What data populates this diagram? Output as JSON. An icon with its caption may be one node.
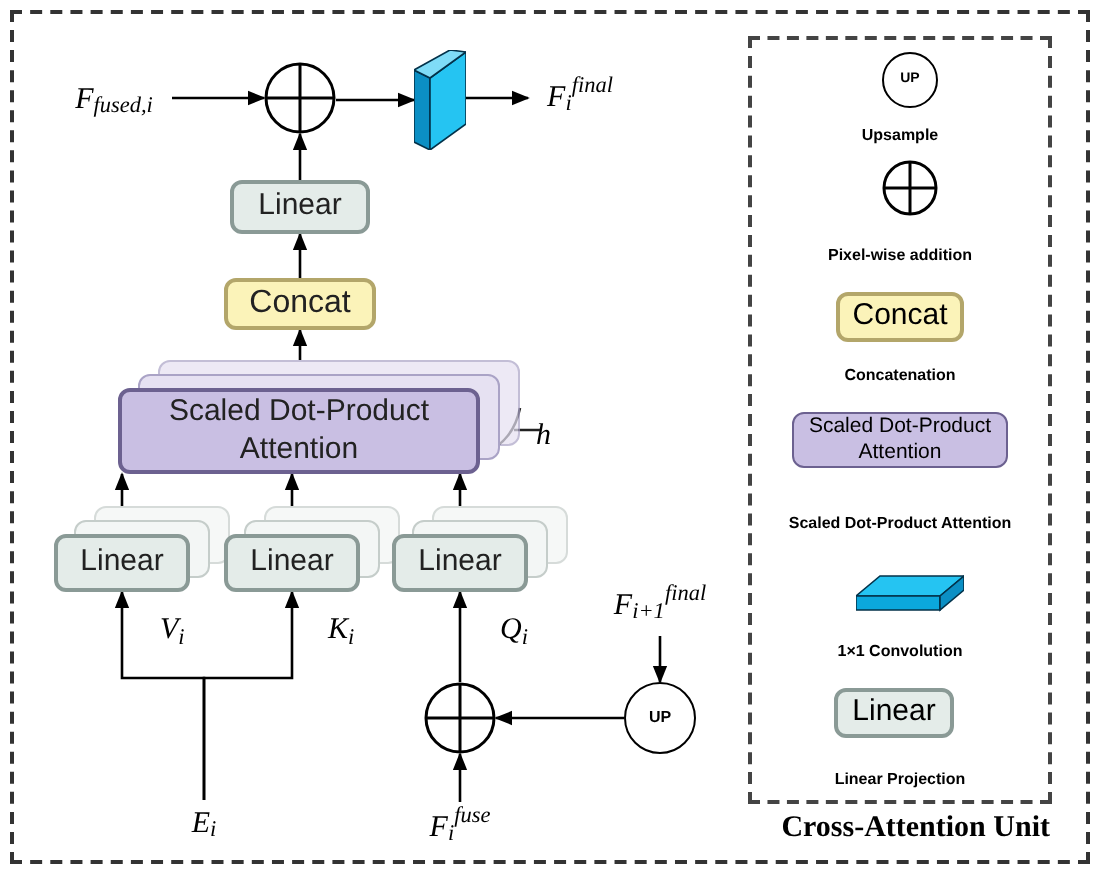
{
  "diagram": {
    "nodes": [
      {
        "text": [
          "Cross-Attention Unit"
        ]
      },
      {
        "text": [
          "F$_{fused,i}$"
        ],
        "in": 0
      },
      {
        "text": [],
        "shape": "circle",
        "in": 0
      },
      {
        "text": [],
        "shape": "box",
        "in": 0
      },
      {
        "text": [
          "F$_{i}$$^{final}$"
        ],
        "in": 0
      },
      {
        "text": [
          "Linear"
        ],
        "in": 0
      },
      {
        "text": [
          "Concat"
        ],
        "in": 0
      },
      {
        "text": [
          "Scaled Dot-Product Attention"
        ],
        "in": 0
      },
      {
        "text": [
          "Linear"
        ],
        "in": 0
      },
      {
        "text": [
          "Linear"
        ],
        "in": 0
      },
      {
        "text": [
          "Linear"
        ],
        "in": 0
      },
      {
        "text": [
          "E$_{i}$"
        ],
        "in": 0
      },
      {
        "text": [],
        "shape": "circle",
        "in": 0
      },
      {
        "text": [
          "UP"
        ],
        "in": 0
      },
      {
        "text": [
          "F$_{i+1}$$^{final}$"
        ],
        "in": 0
      },
      {
        "text": [
          "F$_{i}$$^{fuse}$"
        ],
        "in": 0
      }
    ],
    "edges": [
      {
        "from": 1,
        "to": 2,
        "arrow": "to"
      },
      {
        "from": 2,
        "to": 3,
        "arrow": "to"
      },
      {
        "from": 3,
        "to": 4,
        "arrow": "to"
      },
      {
        "from": 5,
        "to": 2,
        "arrow": "to"
      },
      {
        "from": 6,
        "to": 5,
        "arrow": "to"
      },
      {
        "from": 7,
        "to": 6,
        "arrow": "to"
      },
      {
        "from": 8,
        "to": 7,
        "arrow": "to"
      },
      {
        "from": 9,
        "to": 7,
        "arrow": "to"
      },
      {
        "from": 10,
        "to": 7,
        "arrow": "to"
      },
      {
        "from": 11,
        "to": 8,
        "arrow": "to"
      },
      {
        "from": 11,
        "to": 9,
        "arrow": "to"
      },
      {
        "from": 12,
        "to": 10,
        "arrow": "to"
      },
      {
        "from": 13,
        "to": 12,
        "arrow": "to"
      },
      {
        "from": 14,
        "to": 13,
        "arrow": "to"
      },
      {
        "from": 15,
        "to": 12,
        "arrow": "to"
      }
    ],
    "labels": [
      "h",
      "V$_{i}$",
      "K$_{i}$",
      "Q$_{i}$",
      "UP",
      "Concat",
      "Scaled Dot-Product Attention",
      "Linear"
    ],
    "legend": [
      {
        "text": "Upsample"
      },
      {
        "text": "Pixel-wise addition"
      },
      {
        "text": "Concatenation"
      },
      {
        "text": "Scaled Dot-Product Attention"
      },
      {
        "text": "1×1 Convolution"
      },
      {
        "text": "Linear Projection"
      }
    ]
  }
}
